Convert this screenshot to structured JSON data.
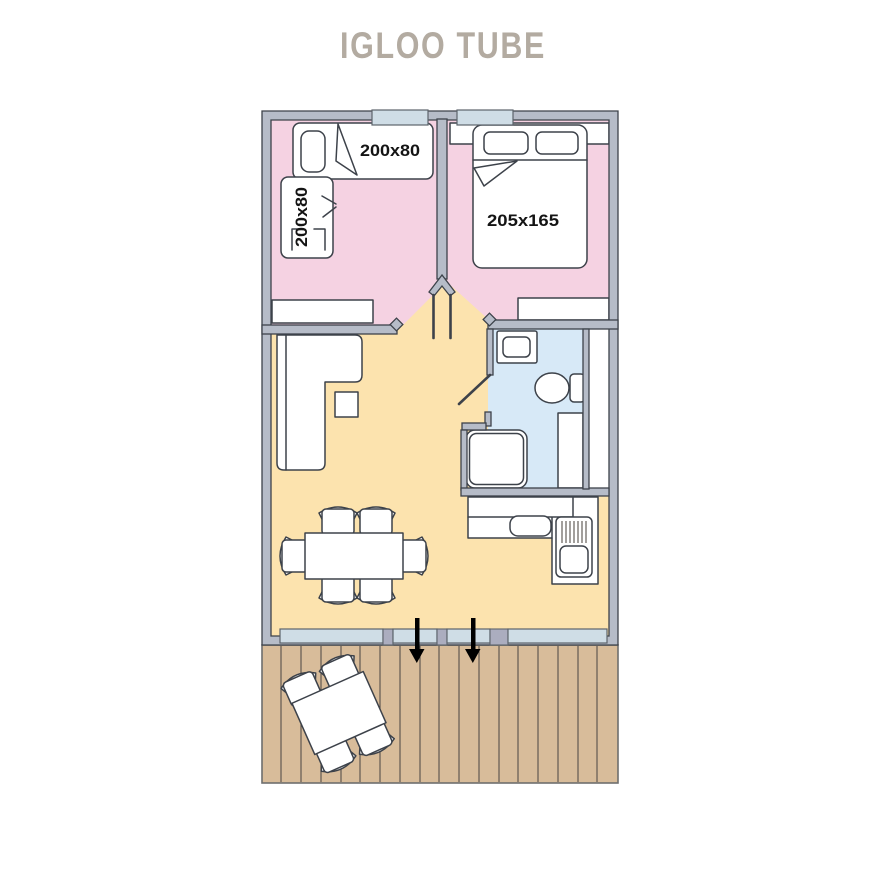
{
  "title": "IGLOO TUBE",
  "plan": {
    "left_bedroom": {
      "bed_top_label": "200x80",
      "bed_side_label": "200x80"
    },
    "right_bedroom": {
      "bed_label": "205x165"
    }
  },
  "colors": {
    "wall": "#b6bcc8",
    "pier": "#abadbf",
    "glass": "#cfdde6",
    "line": "#3d424a",
    "line2": "#5c636b",
    "pink": "#f5d2e2",
    "orange": "#fce3ae",
    "blue": "#d7e9f7",
    "deck": "#d8bc9a",
    "plank": "#57504a",
    "deckborder": "#6e6e6e",
    "arrow": "#000000",
    "title": "#b3aba1"
  }
}
